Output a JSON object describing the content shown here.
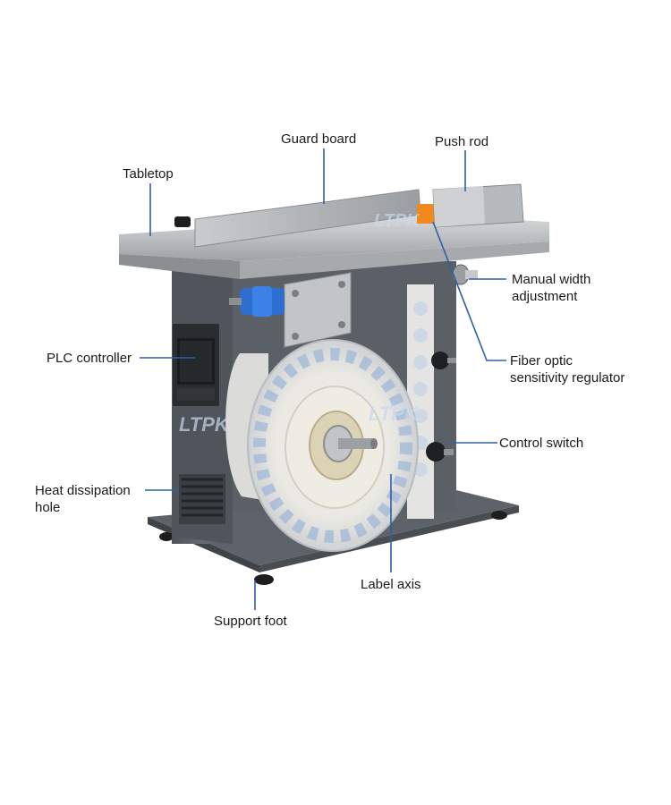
{
  "labels": {
    "tabletop": "Tabletop",
    "guard_board": "Guard board",
    "push_rod": "Push rod",
    "manual_width_1": "Manual width",
    "manual_width_2": "adjustment",
    "plc_controller": "PLC controller",
    "fiber_optic_1": "Fiber optic",
    "fiber_optic_2": "sensitivity regulator",
    "control_switch": "Control switch",
    "heat_dissipation_1": "Heat dissipation",
    "heat_dissipation_2": "hole",
    "label_axis": "Label axis",
    "support_foot": "Support foot"
  },
  "watermark": "LTPK",
  "colors": {
    "leader_line": "#2f5fa8",
    "body_gray": "#5a6066",
    "steel": "#b9bcbe",
    "accent_orange": "#f08a1e",
    "roller_blue": "#2d6fd0"
  }
}
